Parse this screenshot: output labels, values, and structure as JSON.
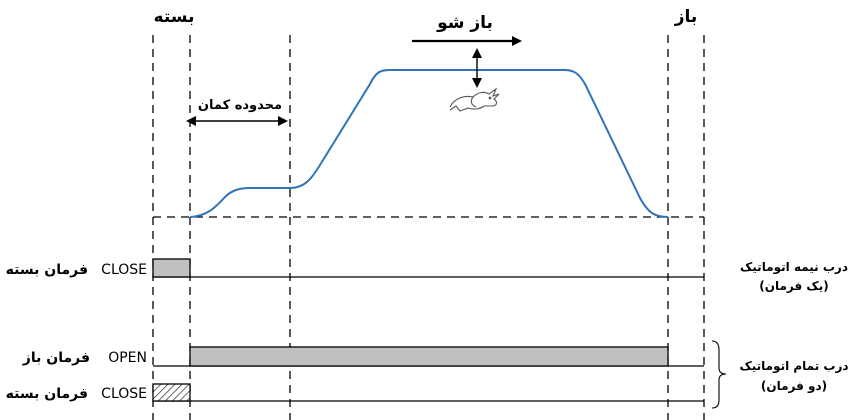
{
  "top_labels": {
    "closed": "بسته",
    "open": "باز",
    "opening": "باز شو"
  },
  "range_label": "محدوده کمان",
  "rows": {
    "half_close": {
      "cmd": "CLOSE",
      "fa": "فرمان بسته"
    },
    "full_open": {
      "cmd": "OPEN",
      "fa": "فرمان باز"
    },
    "full_close": {
      "cmd": "CLOSE",
      "fa": "فرمان بسته"
    }
  },
  "right_labels": {
    "half_auto": {
      "line1": "درب نیمه اتوماتیک",
      "line2": "(یک فرمان)"
    },
    "full_auto": {
      "line1": "درب تمام اتوماتیک",
      "line2": "(دو فرمان)"
    }
  },
  "colors": {
    "curve": "#2f73b8",
    "pulse_fill": "#c0c0c0",
    "line": "#000000"
  },
  "icons": {
    "speed_arrow": "double-arrow-vertical-icon",
    "rabbit": "rabbit-icon",
    "direction": "arrow-right-icon"
  }
}
